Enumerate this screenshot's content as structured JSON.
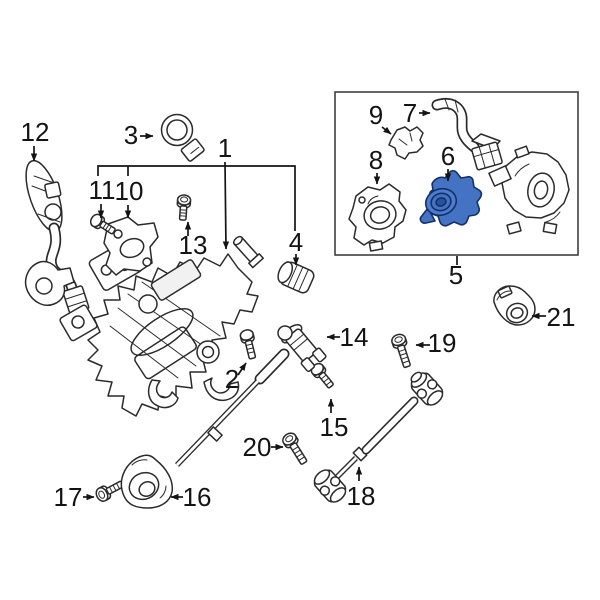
{
  "diagram": {
    "type": "exploded-parts-diagram",
    "subject": "steering-column-assembly",
    "highlighted_part_number": "6",
    "labels": {
      "p1": "1",
      "p2": "2",
      "p3": "3",
      "p4": "4",
      "p5": "5",
      "p6": "6",
      "p7": "7",
      "p8": "8",
      "p9": "9",
      "p10": "10",
      "p11": "11",
      "p12": "12",
      "p13": "13",
      "p14": "14",
      "p15": "15",
      "p16": "16",
      "p17": "17",
      "p18": "18",
      "p19": "19",
      "p20": "20",
      "p21": "21"
    },
    "colors": {
      "background": "#ffffff",
      "line": "#2b2b2b",
      "label_text": "#141414",
      "inset_border": "#3f3f3f",
      "highlight_fill": "#4373c2",
      "highlight_mid": "#4c7ccb",
      "highlight_dark": "#27509e",
      "highlight_stroke": "#14306b"
    }
  }
}
